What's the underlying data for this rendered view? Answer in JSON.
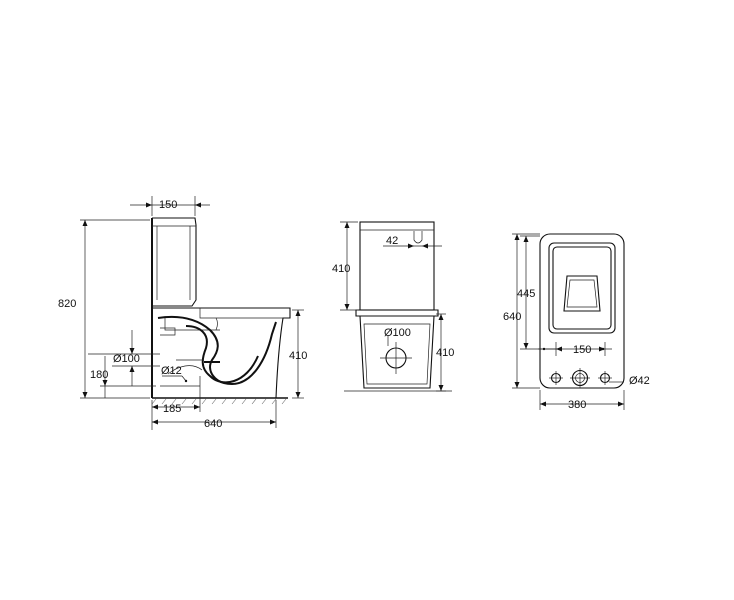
{
  "side_view": {
    "dim_150": "150",
    "dim_820": "820",
    "dim_410": "410",
    "dim_180": "180",
    "dim_d100": "Ø100",
    "dim_d12": "Ø12",
    "dim_185": "185",
    "dim_640": "640"
  },
  "front_view": {
    "dim_42": "42",
    "dim_410_top": "410",
    "dim_410_bottom": "410",
    "dim_d100": "Ø100"
  },
  "top_view": {
    "dim_445": "445",
    "dim_640": "640",
    "dim_150": "150",
    "dim_d42": "Ø42",
    "dim_380": "380"
  }
}
